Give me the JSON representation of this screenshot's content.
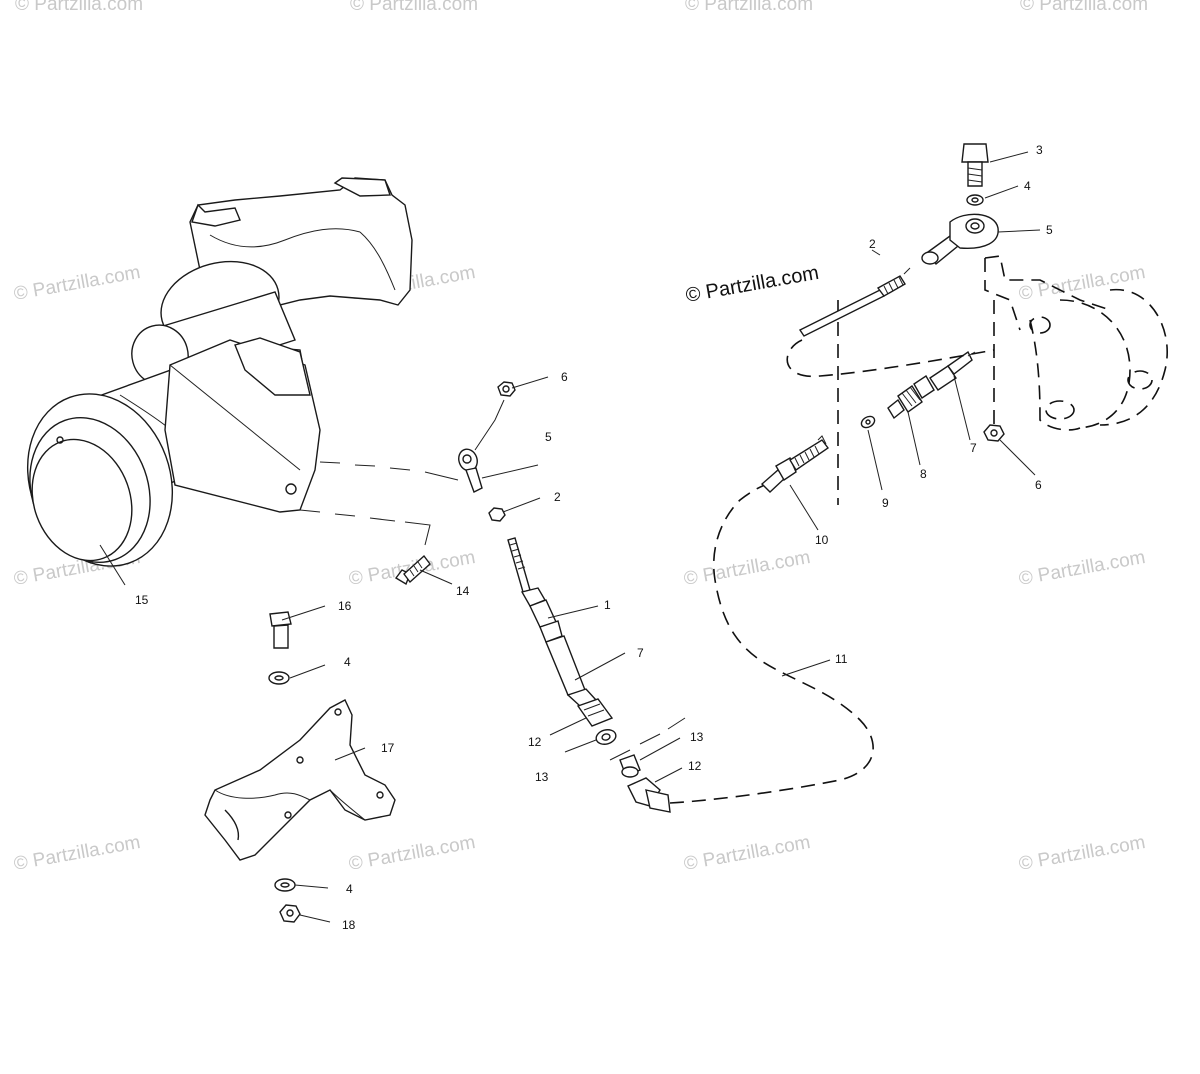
{
  "diagram": {
    "brand_label": "© Partzilla.com",
    "watermark_text": "© Partzilla.com",
    "callouts": {
      "c1": "1",
      "c2a": "2",
      "c2b": "2",
      "c3": "3",
      "c4a": "4",
      "c4b": "4",
      "c4c": "4",
      "c5a": "5",
      "c5b": "5",
      "c6a": "6",
      "c6b": "6",
      "c7a": "7",
      "c7b": "7",
      "c8": "8",
      "c9": "9",
      "c10": "10",
      "c11": "11",
      "c12a": "12",
      "c12b": "12",
      "c13a": "13",
      "c13b": "13",
      "c14": "14",
      "c15": "15",
      "c16": "16",
      "c17": "17",
      "c18": "18"
    }
  }
}
